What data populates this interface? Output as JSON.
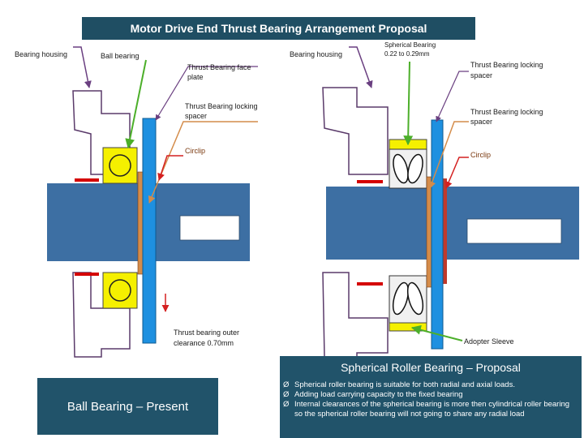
{
  "title": "Motor Drive End Thrust Bearing  Arrangement Proposal",
  "left_labels": {
    "bearing_housing": "Bearing housing",
    "ball_bearing": "Ball bearing",
    "thrust_face_plate_1": "Thrust Bearing face",
    "thrust_face_plate_2": "plate",
    "locking_spacer_1": "Thrust Bearing locking",
    "locking_spacer_2": "spacer",
    "circlip": "Circlip",
    "outer_clearance_1": "Thrust bearing outer",
    "outer_clearance_2": "clearance 0.70mm"
  },
  "right_labels": {
    "bearing_housing": "Bearing housing",
    "spherical_bearing_1": "Spherical Bearing",
    "spherical_bearing_2": "0.22 to 0.29mm",
    "locking_spacer_top_1": "Thrust Bearing locking",
    "locking_spacer_top_2": "spacer",
    "locking_spacer_mid_1": "Thrust Bearing locking",
    "locking_spacer_mid_2": "spacer",
    "circlip": "Circlip",
    "adopter_sleeve": "Adopter Sleeve"
  },
  "panels": {
    "present": "Ball Bearing – Present",
    "proposal_title": "Spherical Roller Bearing – Proposal",
    "bullets": [
      "Spherical roller bearing  is suitable for  both radial and axial loads.",
      "Adding load carrying capacity  to the fixed bearing",
      "Internal clearances of the spherical bearing is more then cylindrical roller bearing  so the spherical roller bearing will not going to share any radial load"
    ],
    "bullet_glyph": "Ø"
  },
  "colors": {
    "title_bg": "#1f4e63",
    "shaft": "#3d6fa3",
    "blue_plate": "#1e90e0",
    "yellow": "#f5f000",
    "red": "#d40000",
    "locking_spacer": "#d48c4a",
    "housing_outline": "#5a3a6a",
    "arrow_green": "#4caf2a",
    "arrow_purple": "#6a3f80",
    "arrow_red": "#d42020"
  }
}
